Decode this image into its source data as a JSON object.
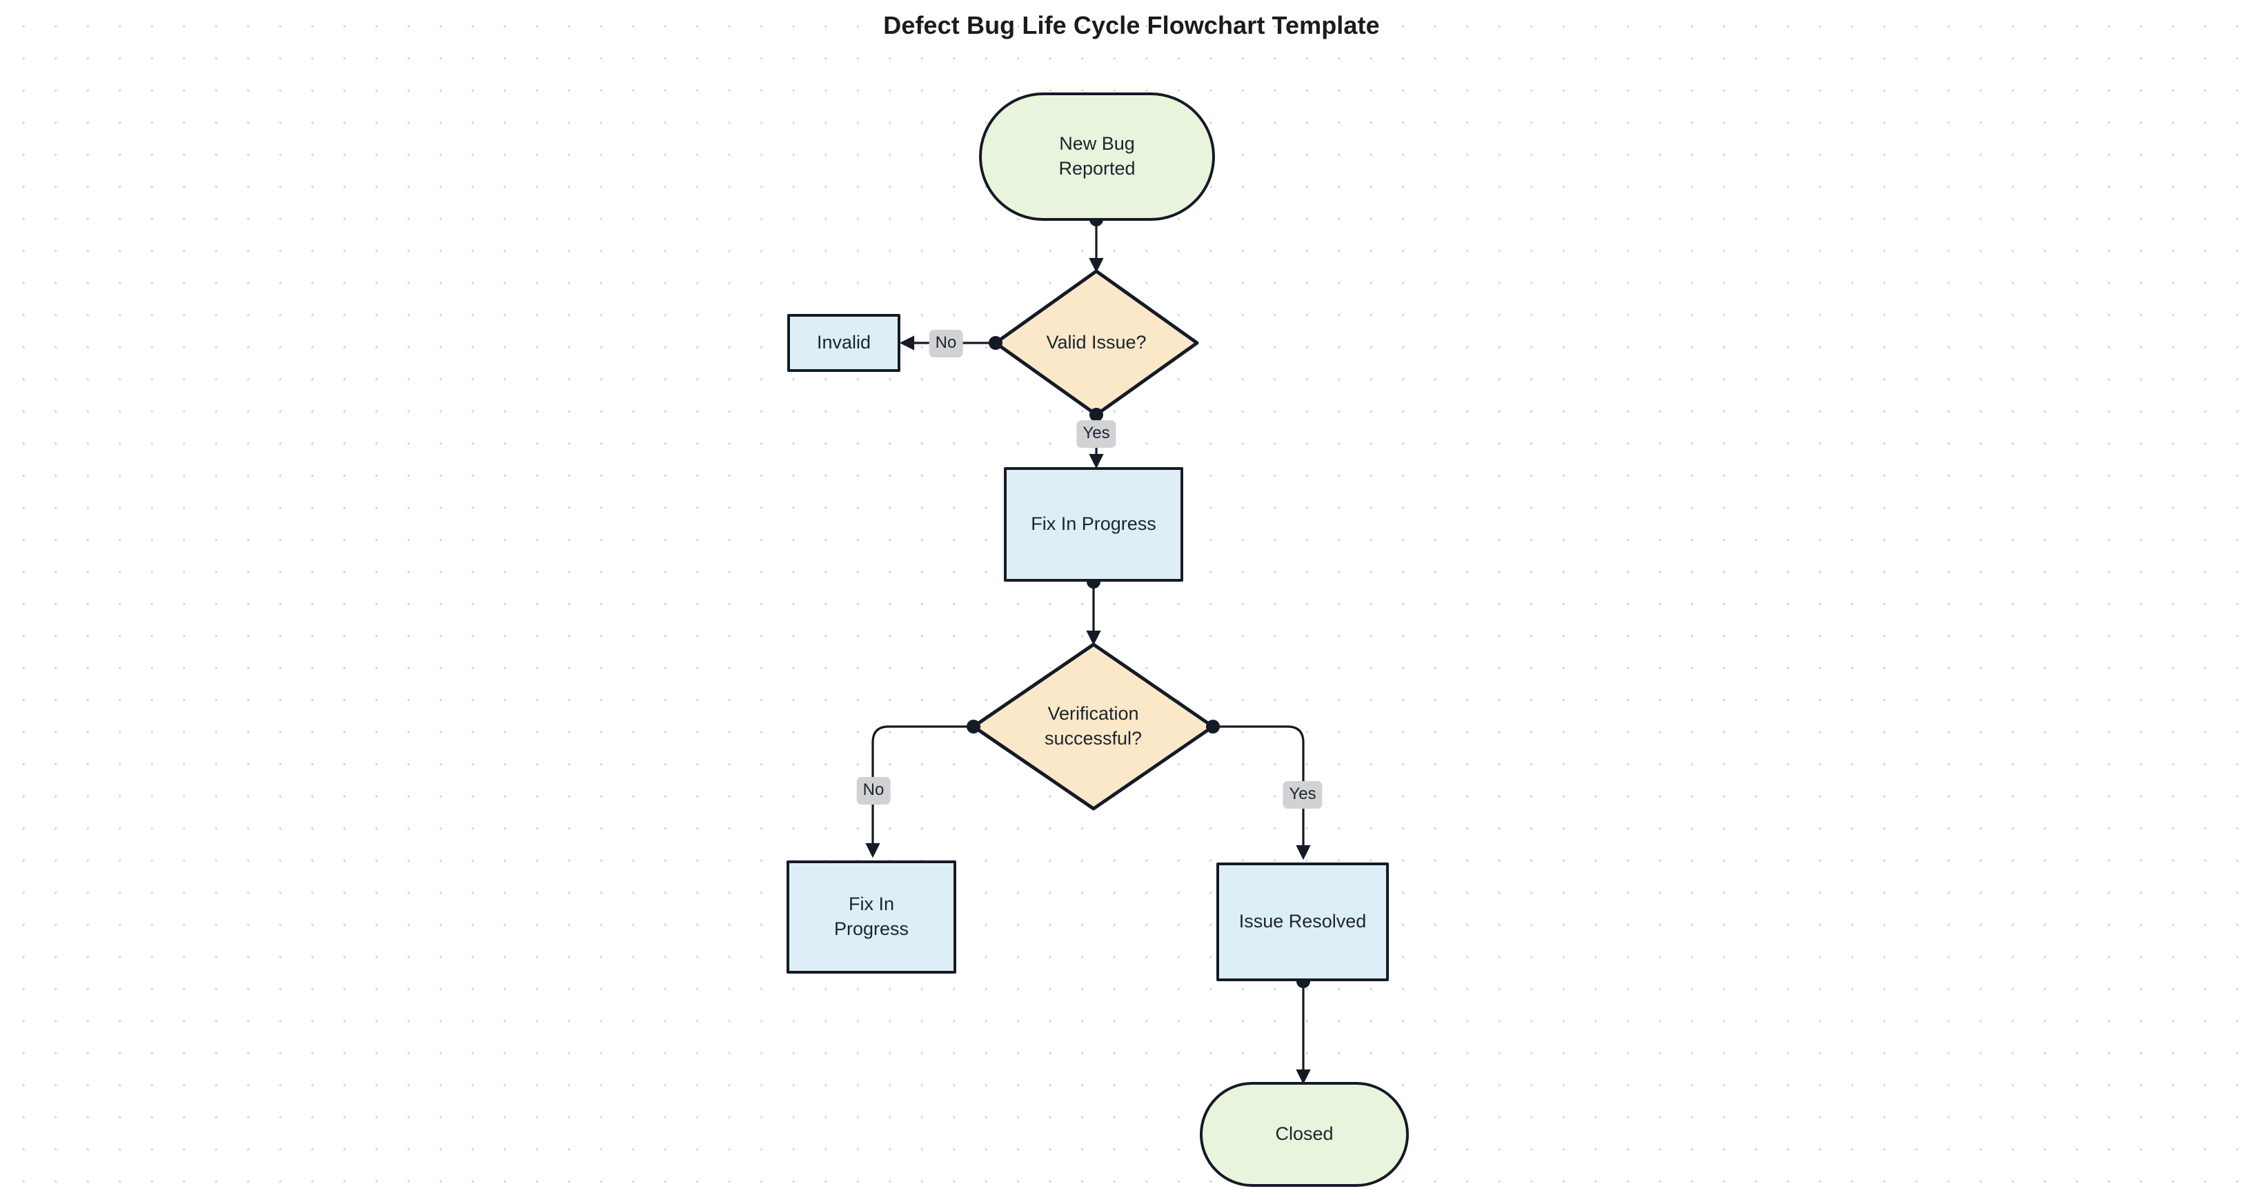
{
  "page": {
    "title": "Defect Bug Life Cycle Flowchart Template",
    "background": "#ffffff",
    "grid_dot_color": "#d6d6dd"
  },
  "palette": {
    "terminator_fill": "#e8f5dc",
    "process_fill": "#ddeef6",
    "decision_fill": "#fae8c8",
    "node_stroke": "#141a26",
    "edge_stroke": "#141a26",
    "edge_label_bg": "#d2d2d4",
    "text_color": "#1b2430"
  },
  "nodes": [
    {
      "id": "new-bug-reported",
      "label": "New Bug\nReported",
      "shape": "terminator"
    },
    {
      "id": "valid-issue",
      "label": "Valid Issue?",
      "shape": "decision"
    },
    {
      "id": "invalid",
      "label": "Invalid",
      "shape": "process"
    },
    {
      "id": "fix-in-progress-1",
      "label": "Fix In Progress",
      "shape": "process"
    },
    {
      "id": "verification",
      "label": "Verification\nsuccessful?",
      "shape": "decision"
    },
    {
      "id": "fix-in-progress-2",
      "label": "Fix In\nProgress",
      "shape": "process"
    },
    {
      "id": "issue-resolved",
      "label": "Issue Resolved",
      "shape": "process"
    },
    {
      "id": "closed",
      "label": "Closed",
      "shape": "terminator"
    }
  ],
  "edges": [
    {
      "id": "e1",
      "from": "new-bug-reported",
      "to": "valid-issue",
      "label": ""
    },
    {
      "id": "e2",
      "from": "valid-issue",
      "to": "invalid",
      "label": "No"
    },
    {
      "id": "e3",
      "from": "valid-issue",
      "to": "fix-in-progress-1",
      "label": "Yes"
    },
    {
      "id": "e4",
      "from": "fix-in-progress-1",
      "to": "verification",
      "label": ""
    },
    {
      "id": "e5",
      "from": "verification",
      "to": "fix-in-progress-2",
      "label": "No"
    },
    {
      "id": "e6",
      "from": "verification",
      "to": "issue-resolved",
      "label": "Yes"
    },
    {
      "id": "e7",
      "from": "issue-resolved",
      "to": "closed",
      "label": ""
    }
  ]
}
